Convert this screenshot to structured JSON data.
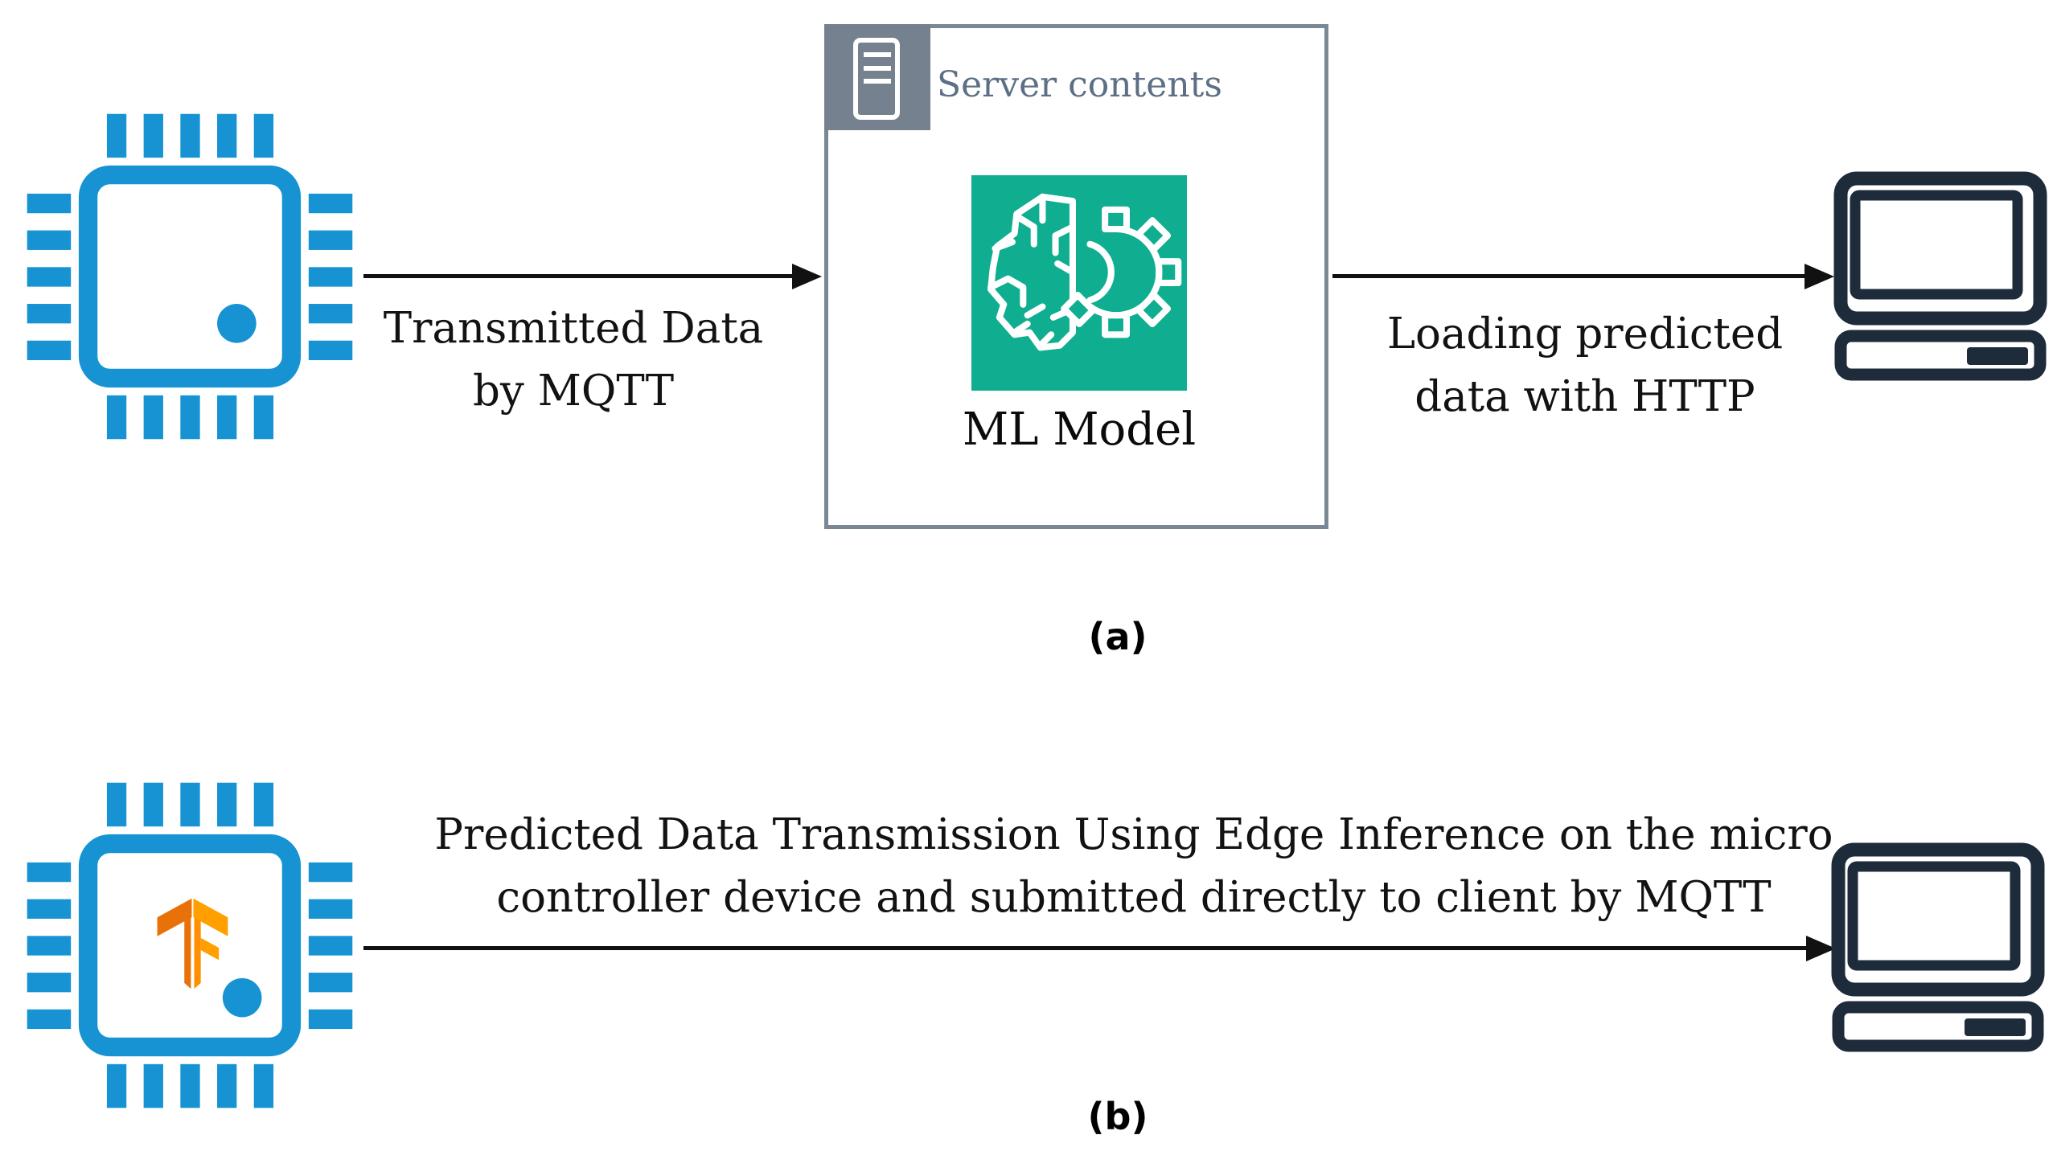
{
  "figure": {
    "caption_a": "(a)",
    "caption_b": "(b)"
  },
  "flow_a": {
    "mqtt_label": {
      "line1": "Transmitted Data",
      "line2": "by MQTT"
    },
    "server_box": {
      "title": "Server contents",
      "model_label": "ML Model"
    },
    "http_label": {
      "line1": "Loading predicted",
      "line2": "data with HTTP"
    }
  },
  "flow_b": {
    "edge_label": {
      "line1": "Predicted Data Transmission Using Edge Inference on the micro",
      "line2": "controller device and submitted directly to client by MQTT"
    }
  },
  "icons": {
    "chip_a": "microcontroller-chip-icon",
    "chip_b": "tensorflow-microcontroller-chip-icon",
    "tf_logo": "tensorflow-logo-icon",
    "server_tab": "server-tower-icon",
    "ml_model": "brain-gear-icon",
    "client_a": "desktop-computer-icon",
    "client_b": "desktop-computer-icon"
  },
  "colors": {
    "chip_blue": "#1793D3",
    "ml_green": "#0FAE90",
    "computer_navy": "#1D2B3A",
    "box_border_gray": "#7A8795",
    "tab_gray": "#75818E",
    "server_title_slate": "#5C6F84",
    "text_black": "#121212",
    "arrow_black": "#111111",
    "tf_orange_dark": "#E8710A",
    "tf_orange": "#FF8F00",
    "tf_orange_light": "#FFA000"
  }
}
